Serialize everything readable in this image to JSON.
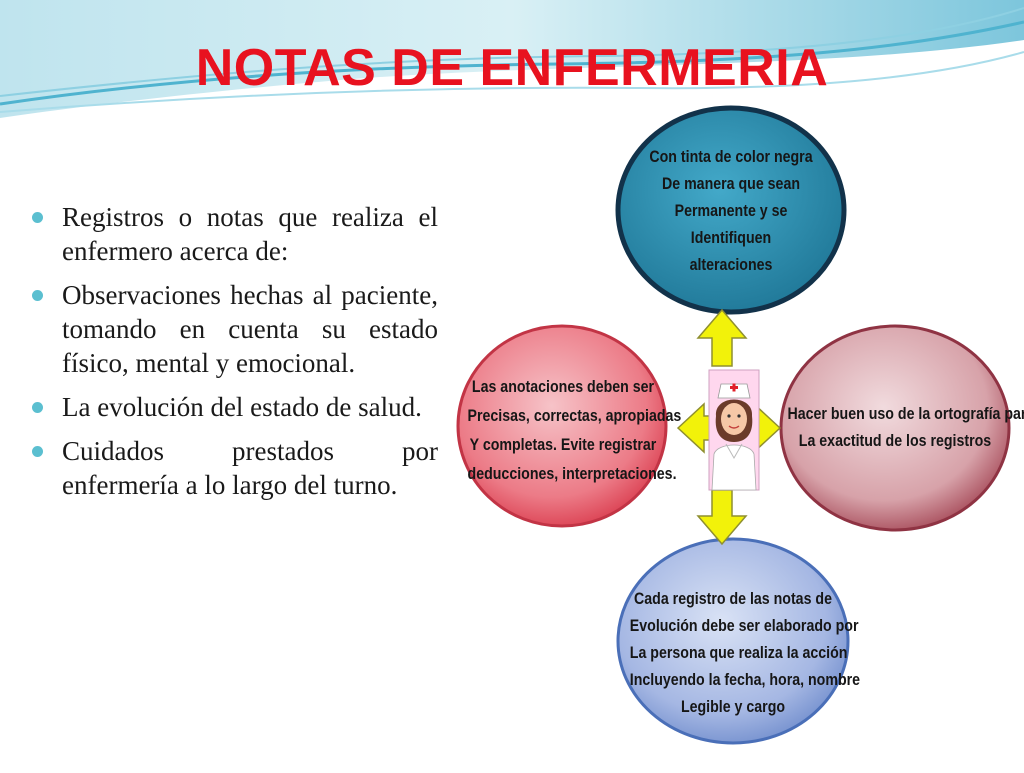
{
  "title": "NOTAS DE ENFERMERIA",
  "bullets": [
    "Registros o notas que realiza el enfermero acerca de:",
    "Observaciones hechas al paciente, tomando en cuenta su estado físico, mental y emocional.",
    " La evolución del estado de salud.",
    " Cuidados prestados por enfermería a lo largo del turno."
  ],
  "diagram": {
    "top": [
      "Con tinta de color negra",
      "De manera que sean",
      "Permanente y se",
      "Identifiquen",
      "alteraciones"
    ],
    "left": [
      "Las anotaciones deben ser",
      "Precisas, correctas, apropiadas",
      "Y completas.  Evite registrar",
      "deducciones, interpretaciones."
    ],
    "right": [
      "Hacer buen uso de la ortografía para",
      "La exactitud de los registros"
    ],
    "bottom": [
      "Cada registro de las notas de",
      "Evolución debe ser elaborado por",
      "La persona que realiza la acción",
      "Incluyendo la fecha, hora, nombre",
      "Legible y cargo"
    ]
  },
  "colors": {
    "title": "#e8121f",
    "bullet": "#5bbfd0",
    "top_circle": "#2e8fb0",
    "left_circle": "#e24a5a",
    "right_circle": "#b55a66",
    "bottom_circle": "#7f9ad2",
    "arrows": "#f2f20a"
  }
}
